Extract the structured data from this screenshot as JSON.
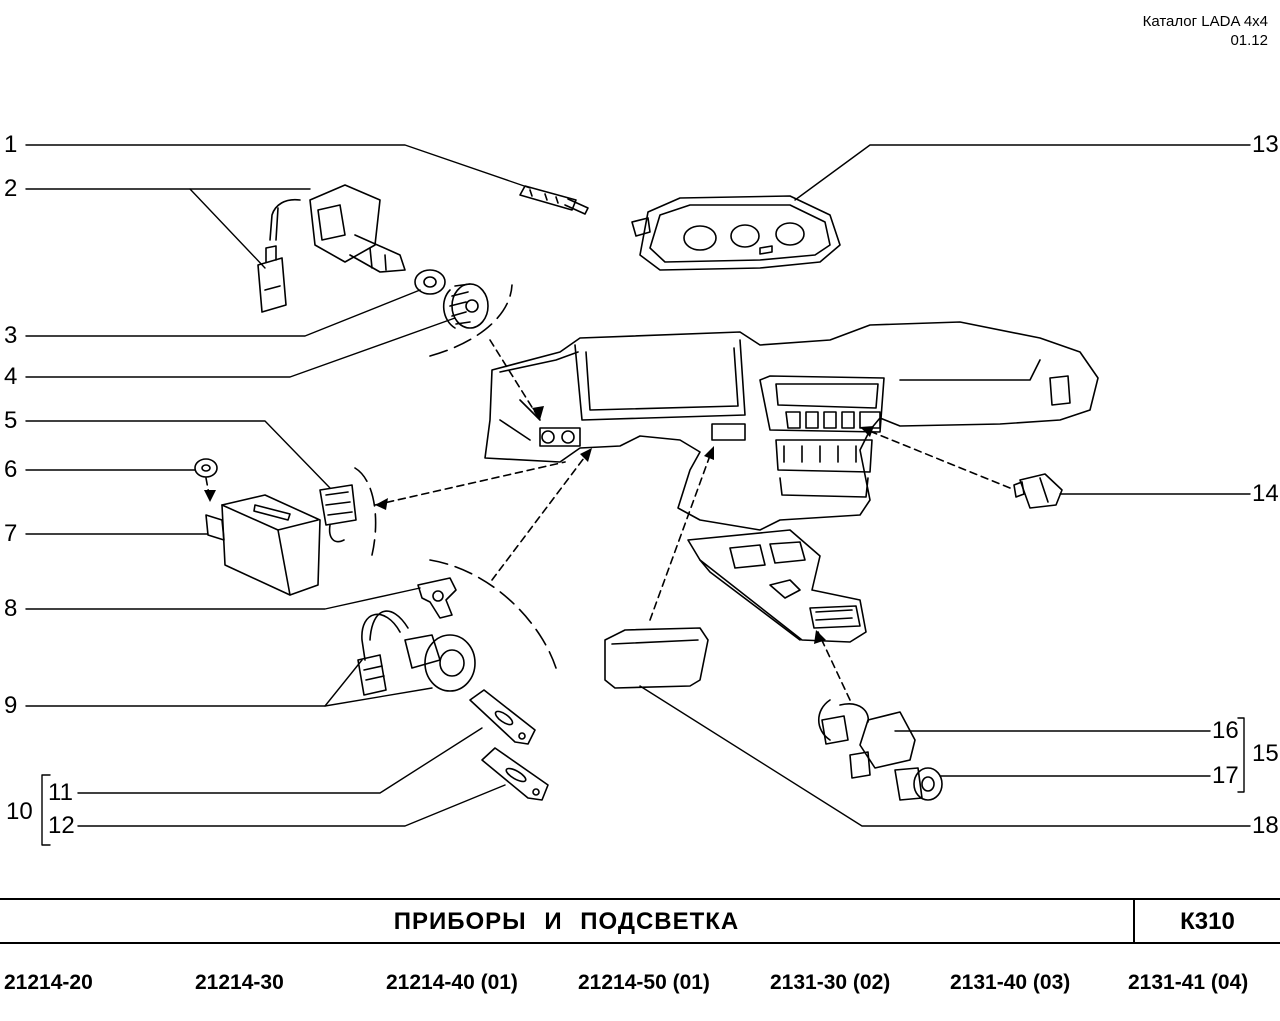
{
  "header": {
    "catalog": "Каталог  LADA  4x4",
    "date": "01.12"
  },
  "callouts": {
    "c1": "1",
    "c2": "2",
    "c3": "3",
    "c4": "4",
    "c5": "5",
    "c6": "6",
    "c7": "7",
    "c8": "8",
    "c9": "9",
    "c10": "10",
    "c11": "11",
    "c12": "12",
    "c13": "13",
    "c14": "14",
    "c15": "15",
    "c16": "16",
    "c17": "17",
    "c18": "18"
  },
  "section": {
    "title": "ПРИБОРЫ   И   ПОДСВЕТКА",
    "code": "К310"
  },
  "models": [
    "21214-20",
    "21214-30",
    "21214-40 (01)",
    "21214-50 (01)",
    "2131-30 (02)",
    "2131-40 (03)",
    "2131-41 (04)"
  ],
  "colors": {
    "ink": "#000000",
    "paper": "#ffffff"
  }
}
